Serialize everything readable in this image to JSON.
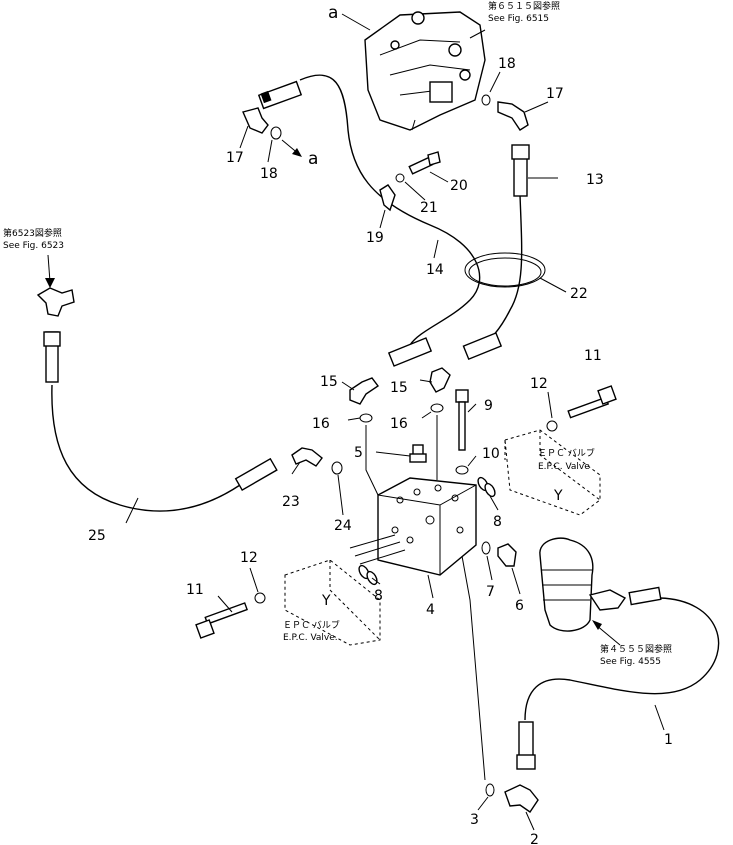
{
  "labels": {
    "a_top": "a",
    "a_mid": "a",
    "p1": "1",
    "p2": "2",
    "p3": "3",
    "p4": "4",
    "p5": "5",
    "p6": "6",
    "p7": "7",
    "p8a": "8",
    "p8b": "8",
    "p9": "9",
    "p10": "10",
    "p11a": "11",
    "p11b": "11",
    "p12a": "12",
    "p12b": "12",
    "p13": "13",
    "p14": "14",
    "p15a": "15",
    "p15b": "15",
    "p16a": "16",
    "p16b": "16",
    "p17a": "17",
    "p17b": "17",
    "p18a": "18",
    "p18b": "18",
    "p19": "19",
    "p20": "20",
    "p21": "21",
    "p22": "22",
    "p23": "23",
    "p24": "24",
    "p25": "25"
  },
  "references": {
    "fig6515_jp": "第６５１５図参照",
    "fig6515_en": "See Fig. 6515",
    "fig6523_jp": "第6523図参照",
    "fig6523_en": "See Fig. 6523",
    "fig4555_jp": "第４５５５図参照",
    "fig4555_en": "See Fig. 4555"
  },
  "valves": {
    "upper_jp": "ＥＰＣ バルブ",
    "upper_en": "E.P.C. Valve",
    "lower_jp": "ＥＰＣ バルブ",
    "lower_en": "E.P.C. Valve."
  }
}
